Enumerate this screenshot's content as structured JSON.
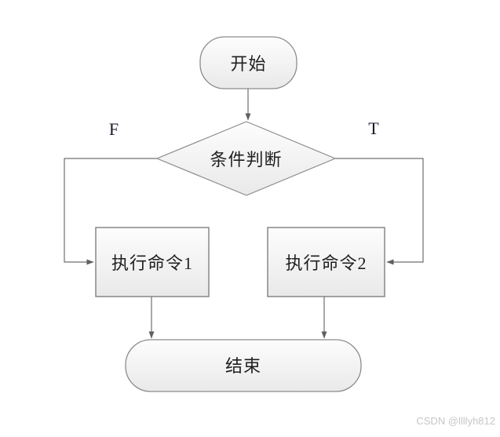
{
  "flowchart": {
    "title": "condition-branch-flowchart",
    "nodes": {
      "start": {
        "label": "开始",
        "type": "terminator"
      },
      "decision": {
        "label": "条件判断",
        "type": "decision"
      },
      "command1": {
        "label": "执行命令1",
        "type": "process"
      },
      "command2": {
        "label": "执行命令2",
        "type": "process"
      },
      "end": {
        "label": "结束",
        "type": "terminator"
      }
    },
    "branch_labels": {
      "false_branch": "F",
      "true_branch": "T"
    },
    "edges": [
      {
        "from": "start",
        "to": "decision",
        "label": ""
      },
      {
        "from": "decision",
        "to": "command1",
        "label": "F"
      },
      {
        "from": "decision",
        "to": "command2",
        "label": "T"
      },
      {
        "from": "command1",
        "to": "end",
        "label": ""
      },
      {
        "from": "command2",
        "to": "end",
        "label": ""
      }
    ],
    "colors": {
      "shape_fill_top": "#fdfdfd",
      "shape_fill_bottom": "#e9e9e9",
      "shape_border": "#8c8c8c",
      "connector": "#6f6f6f",
      "text": "#1f1f1f",
      "watermark": "#c6c6c6"
    }
  },
  "watermark": {
    "text": "CSDN @llllyh812"
  }
}
